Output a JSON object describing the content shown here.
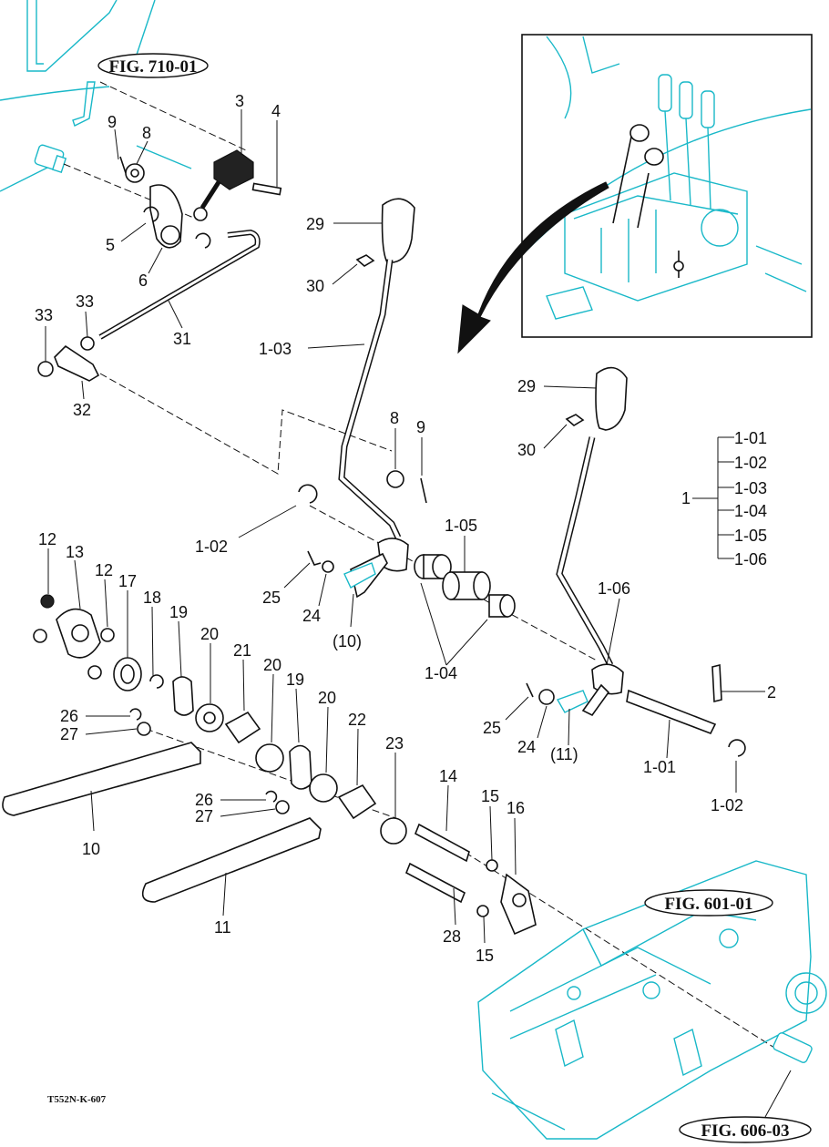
{
  "figure_refs": {
    "fig_710": "FIG. 710-01",
    "fig_601": "FIG. 601-01",
    "fig_606": "FIG. 606-03"
  },
  "drawing_code": "T552N-K-607",
  "group_label": "1",
  "group_items": [
    "1-01",
    "1-02",
    "1-03",
    "1-04",
    "1-05",
    "1-06"
  ],
  "callouts": {
    "p3": "3",
    "p4": "4",
    "p9a": "9",
    "p8a": "8",
    "p5": "5",
    "p6": "6",
    "p33a": "33",
    "p33b": "33",
    "p31": "31",
    "p32": "32",
    "p29a": "29",
    "p30a": "30",
    "p103": "1-03",
    "p8b": "8",
    "p9b": "9",
    "p102a": "1-02",
    "p105": "1-05",
    "p25a": "25",
    "p24a": "24",
    "p10a": "(10)",
    "p104": "1-04",
    "p29b": "29",
    "p30b": "30",
    "p106": "1-06",
    "p2": "2",
    "p25b": "25",
    "p24b": "24",
    "p11a": "(11)",
    "p101": "1-01",
    "p102b": "1-02",
    "p12a": "12",
    "p13": "13",
    "p12b": "12",
    "p17": "17",
    "p18": "18",
    "p19a": "19",
    "p20a": "20",
    "p21": "21",
    "p20b": "20",
    "p19b": "19",
    "p20c": "20",
    "p26a": "26",
    "p27a": "27",
    "p10b": "10",
    "p26b": "26",
    "p27b": "27",
    "p22": "22",
    "p23": "23",
    "p14": "14",
    "p15a": "15",
    "p16": "16",
    "p28": "28",
    "p15b": "15",
    "p11b": "11"
  }
}
